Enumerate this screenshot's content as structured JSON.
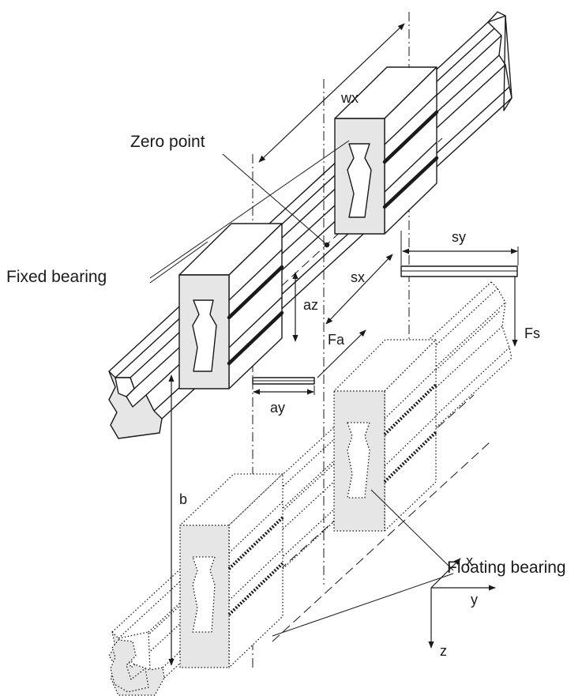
{
  "labels": {
    "wx": "wx",
    "zero_point": "Zero point",
    "fixed_bearing": "Fixed bearing",
    "sy": "sy",
    "sx": "sx",
    "az": "az",
    "fa": "Fa",
    "fs": "Fs",
    "ay": "ay",
    "b": "b",
    "floating_bearing": "Floating bearing",
    "axis_x": "x",
    "axis_y": "y",
    "axis_z": "z"
  }
}
